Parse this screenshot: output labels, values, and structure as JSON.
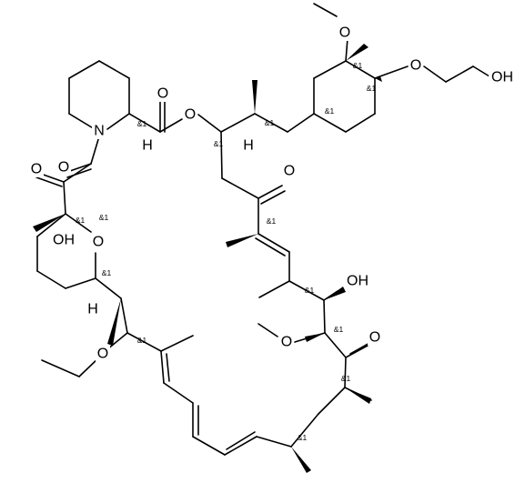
{
  "molecule": {
    "atoms": {
      "N1": "N",
      "O_ester_carbonyl": "O",
      "O_ester": "O",
      "O_methoxy_top": "O",
      "O_ethoxy_ring_top": "O",
      "OH_top": "OH",
      "O_ketone_mid": "O",
      "O_diketo_1": "O",
      "O_diketo_2": "O",
      "OH_hemiketal": "OH",
      "O_pyran": "O",
      "H_pipecolate": "H",
      "H_ester_ch": "H",
      "H_pyran": "H",
      "OH_mid": "OH",
      "O_ketone_right": "O",
      "O_methoxy_mid": "O",
      "O_ethoxy": "O"
    },
    "stereo_label": "&1"
  }
}
